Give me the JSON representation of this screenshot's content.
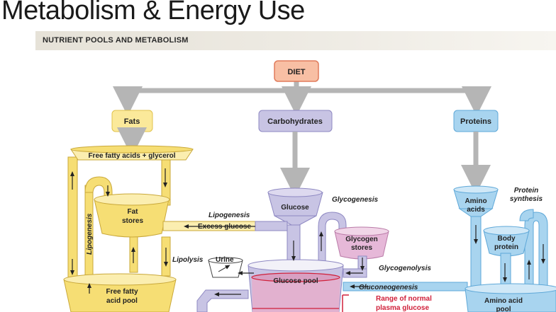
{
  "slide": {
    "title": "Metabolism & Energy Use",
    "banner": "NUTRIENT POOLS AND METABOLISM"
  },
  "diagram": {
    "diet": "DIET",
    "sources": {
      "fats": "Fats",
      "carbohydrates": "Carbohydrates",
      "proteins": "Proteins"
    },
    "fat_side": {
      "top_funnel": "Free fatty acids + glycerol",
      "lipogenesis_vertical": "Lipogenesis",
      "stores_line1": "Fat",
      "stores_line2": "stores",
      "lipolysis": "Lipolysis",
      "pool_line1": "Free fatty",
      "pool_line2": "acid pool"
    },
    "carb_side": {
      "glucose": "Glucose",
      "glycogenesis": "Glycogenesis",
      "glycogen_line1": "Glycogen",
      "glycogen_line2": "stores",
      "lipogenesis": "Lipogenesis",
      "excess_glucose": "Excess glucose",
      "urine": "Urine",
      "glycogenolysis": "Glycogenolysis",
      "glucose_pool": "Glucose pool",
      "gluconeogenesis": "Gluconeogenesis",
      "range_line1": "Range of normal",
      "range_line2": "plasma glucose"
    },
    "protein_side": {
      "amino_line1": "Amino",
      "amino_line2": "acids",
      "synthesis_line1": "Protein",
      "synthesis_line2": "synthesis",
      "body_line1": "Body",
      "body_line2": "protein",
      "pool_line1": "Amino acid",
      "pool_line2": "pool"
    },
    "colors": {
      "diet_fill": "#f8bfa4",
      "fat": "#f6de74",
      "fat_light": "#fbeeb0",
      "carb": "#c8c4e4",
      "carb_dark": "#9e99cc",
      "glycogen": "#e6b8d8",
      "protein": "#a8d4ef",
      "protein_dark": "#6fb2de",
      "arrow_gray": "#b5b5b5",
      "red": "#d0203a"
    }
  }
}
